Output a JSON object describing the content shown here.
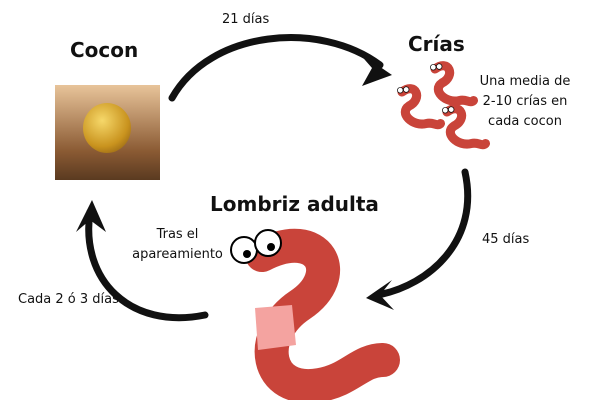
{
  "stages": {
    "cocoon": {
      "title": "Cocon"
    },
    "young": {
      "title": "Crías",
      "note_lines": [
        "Una media de",
        "2-10 crías en",
        "cada cocon"
      ]
    },
    "adult": {
      "title": "Lombriz adulta"
    }
  },
  "transitions": {
    "cocoon_to_young": "21 días",
    "young_to_adult": "45 días",
    "adult_to_cocoon_lines": [
      "Tras el",
      "apareamiento"
    ],
    "adult_to_cocoon_freq": "Cada 2 ó 3 días"
  },
  "colors": {
    "worm": "#c9443a",
    "band": "#f4a3a0",
    "arrow": "#111111"
  }
}
